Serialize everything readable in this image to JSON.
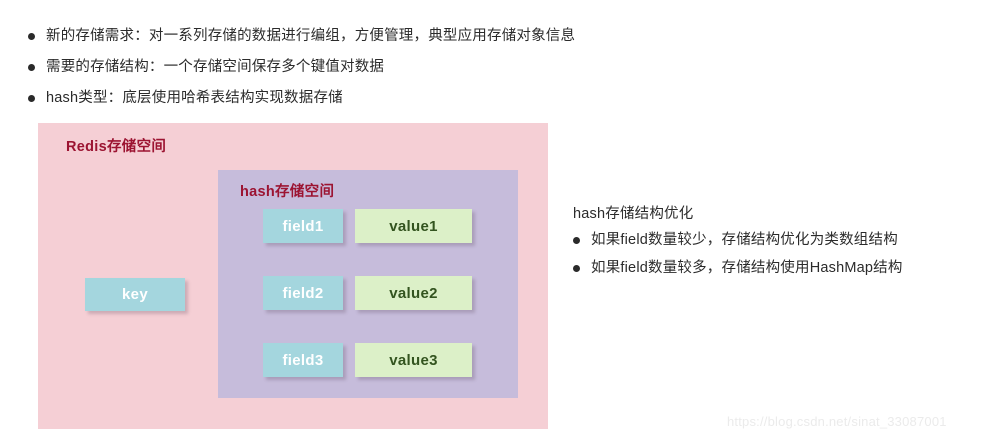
{
  "top_list": {
    "items": [
      "新的存储需求：对一系列存储的数据进行编组，方便管理，典型应用存储对象信息",
      "需要的存储结构：一个存储空间保存多个键值对数据",
      "hash类型：底层使用哈希表结构实现数据存储"
    ]
  },
  "diagram": {
    "redis_space_label": "Redis存储空间",
    "hash_space_label": "hash存储空间",
    "key_box": "key",
    "rows": [
      {
        "field": "field1",
        "value": "value1"
      },
      {
        "field": "field2",
        "value": "value2"
      },
      {
        "field": "field3",
        "value": "value3"
      }
    ],
    "colors": {
      "redis_space_bg": "#f5cfd5",
      "hash_space_bg": "#c6bcdb",
      "field_bg": "#a4d6de",
      "field_text": "#ffffff",
      "value_bg": "#dcf0c8",
      "value_text": "#33541f",
      "label_text": "#9c1432"
    }
  },
  "notes": {
    "title": "hash存储结构优化",
    "items": [
      "如果field数量较少，存储结构优化为类数组结构",
      "如果field数量较多，存储结构使用HashMap结构"
    ]
  },
  "watermark": {
    "text": "https://blog.csdn.net/sinat_33087001"
  }
}
